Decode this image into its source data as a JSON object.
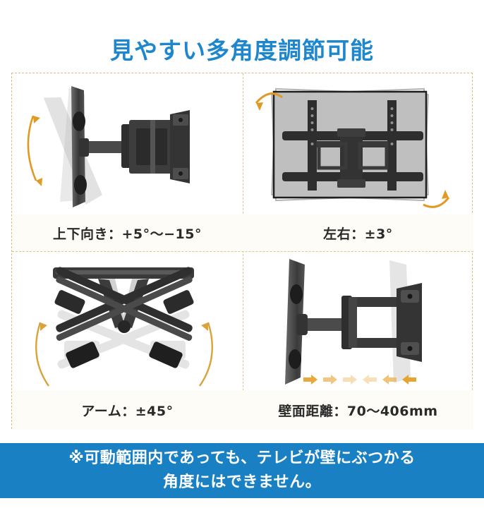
{
  "header": {
    "title": "見やすい多角度調節可能",
    "title_color": "#1d86cc"
  },
  "theme": {
    "accent_blue": "#1a80c4",
    "border_tan": "#d9bd7a",
    "arrow_orange": "#eb9b1e",
    "caption_bg": "#fdfcf7",
    "hardware_dark": "#3c3c3c",
    "ghost_gray": "#b8b8b8"
  },
  "panels": [
    {
      "id": "tilt",
      "position": "top-left",
      "caption": "上下向き：+5°〜−15°",
      "illustration": "side-view-mount-tilt",
      "arrow": "curved-double-arrow-vertical"
    },
    {
      "id": "swivel",
      "position": "top-right",
      "caption": "左右：±3°",
      "illustration": "rear-view-tv-bracket-rotation",
      "arrow": "two-hooked-arrows-rotation"
    },
    {
      "id": "arm",
      "position": "bottom-left",
      "caption": "アーム：±45°",
      "illustration": "top-view-articulating-arm",
      "arrow": "two-sweeping-arrows-up"
    },
    {
      "id": "wall-distance",
      "position": "bottom-right",
      "caption": "壁面距離：70〜406mm",
      "illustration": "side-view-extended-arm",
      "arrow": "horizontal-arrow-row"
    }
  ],
  "footer": {
    "line1": "※可動範囲内であっても、テレビが壁にぶつかる",
    "line2": "角度にはできません。"
  }
}
